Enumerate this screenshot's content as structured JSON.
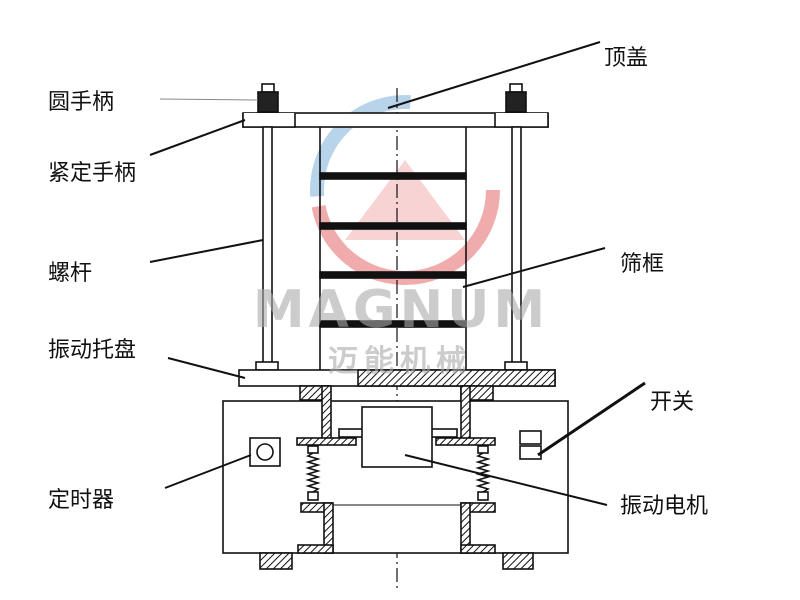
{
  "labels": {
    "top_cover": "顶盖",
    "round_handle": "圆手柄",
    "locking_handle": "紧定手柄",
    "screw_rod": "螺杆",
    "sieve_frame": "筛框",
    "vibrating_tray": "振动托盘",
    "switch": "开关",
    "timer": "定时器",
    "vibration_motor": "振动电机"
  },
  "watermark": {
    "brand": "MAGNUM",
    "chinese": "迈能机械"
  },
  "colors": {
    "line": "#111111",
    "watermark_gray": "#b9b9b9",
    "logo_red": "#e46a6a",
    "logo_blue": "#7fb2dc"
  }
}
